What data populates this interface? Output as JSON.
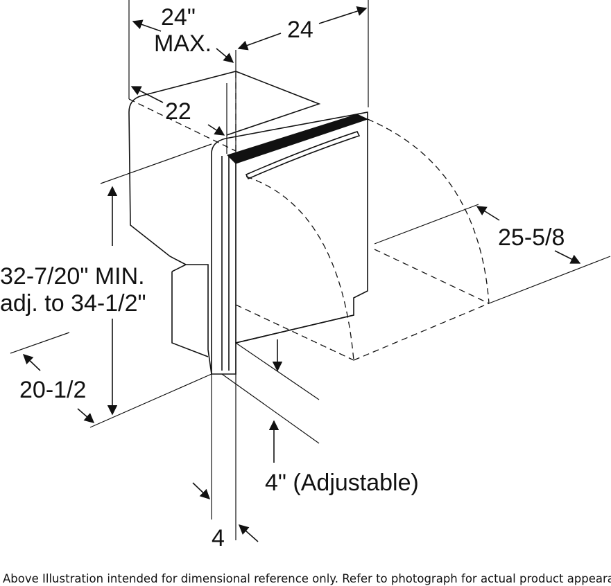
{
  "dimensions": {
    "width_max_line1": "24\"",
    "width_max_line2": "MAX.",
    "cabinet_width": "24",
    "cabinet_depth": "22",
    "door_open_depth": "25-5/8",
    "height_line1": "32-7/20\" MIN.",
    "height_line2": "adj. to 34-1/2\"",
    "floor_depth": "20-1/2",
    "toe_kick": "4\" (Adjustable)",
    "door_thickness": "4"
  },
  "footer": {
    "disclaimer": "Above Illustration intended for dimensional reference only. Refer to photograph for actual product appearance."
  }
}
